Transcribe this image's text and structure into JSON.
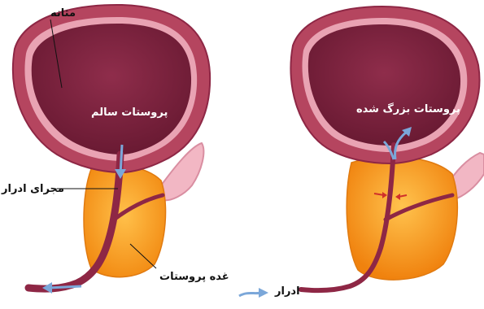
{
  "labels": {
    "bladder": "مثانه",
    "healthy_prostate": "پروستات سالم",
    "urethra": "مجرای ادرار",
    "prostate_gland": "غده پروستات",
    "enlarged_prostate": "پروستات بزرگ شده"
  },
  "legend": {
    "urine": "ادرار"
  },
  "colors": {
    "bladder_outer": "#b5455f",
    "bladder_inner": "#7a1f3a",
    "prostate": "#f79a1e",
    "prostate_highlight": "#ffc04a",
    "urethra": "#8e2745",
    "arrow": "#7ba7d9",
    "pink_gland": "#f2b7c4"
  }
}
